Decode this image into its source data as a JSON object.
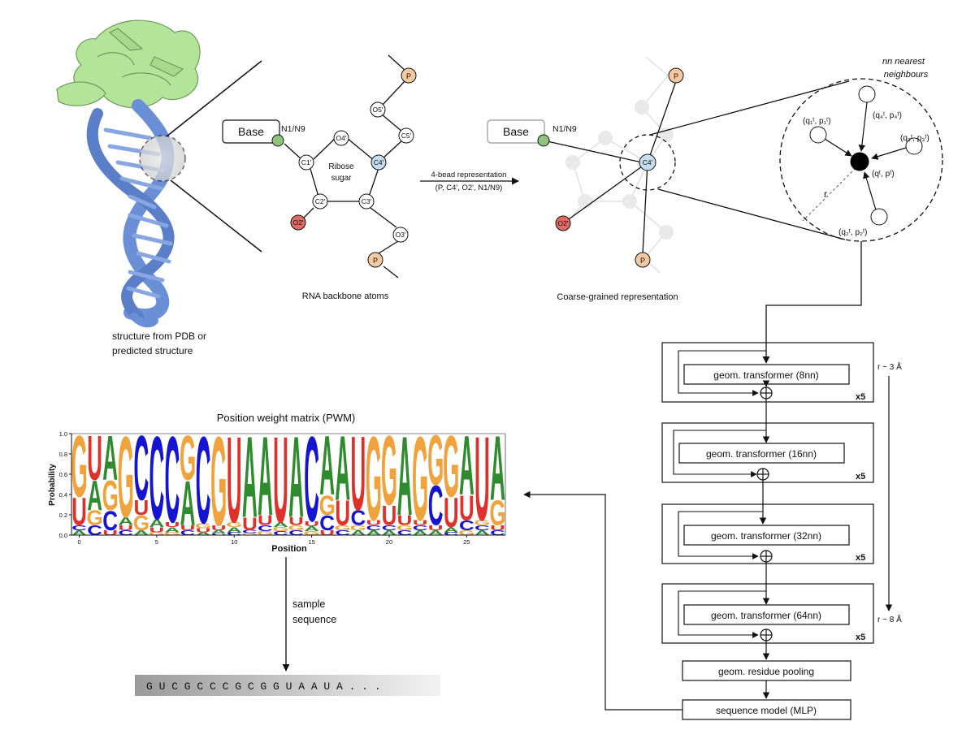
{
  "protein_panel": {
    "caption_line1": "structure from PDB or",
    "caption_line2": "predicted structure"
  },
  "backbone_panel": {
    "base_label": "Base",
    "n_label": "N1/N9",
    "ring_text_line1": "Ribose",
    "ring_text_line2": "sugar",
    "atoms": {
      "o4": "O4'",
      "c1": "C1'",
      "c4": "C4'",
      "c2": "C2'",
      "c3": "C3'",
      "o2": "O2'",
      "o3": "O3'",
      "o5": "O5'",
      "c5": "C5'",
      "p_top": "P",
      "p_bottom": "P"
    },
    "caption": "RNA backbone atoms"
  },
  "arrow_label": {
    "line1": "4-bead representation",
    "line2": "(P, C4', O2', N1/N9)"
  },
  "coarse_panel": {
    "base_label": "Base",
    "n_label": "N1/N9",
    "c4": "C4'",
    "o2": "O2'",
    "p_top": "P",
    "p_bottom": "P",
    "caption": "Coarse-grained representation"
  },
  "neighbour_panel": {
    "title_line1": "nn nearest",
    "title_line2": "neighbours",
    "center_label": "(qᵗ, pᵗ)",
    "n1_label": "(q₁ᵗ, p₁ᵗ)",
    "n2_label": "(q₂ᵗ, p₂ᵗ)",
    "n3_label": "(q₃ᵗ, p₃ᵗ)",
    "n4_label": "(q₄ᵗ, p₄ᵗ)",
    "radius_label": "r"
  },
  "pipeline": {
    "blocks": [
      {
        "label": "geom. transformer (8nn)",
        "repeat": "x5"
      },
      {
        "label": "geom. transformer (16nn)",
        "repeat": "x5"
      },
      {
        "label": "geom. transformer (32nn)",
        "repeat": "x5"
      },
      {
        "label": "geom. transformer (64nn)",
        "repeat": "x5"
      }
    ],
    "radius_top": "r ~ 3 Å",
    "radius_bottom": "r ~ 8 Å",
    "pooling_label": "geom. residue pooling",
    "mlp_label": "sequence model (MLP)"
  },
  "sampling": {
    "label_line1": "sample",
    "label_line2": "sequence",
    "sequence": "G U C G C C C G C G G U A A U A . . ."
  },
  "colors": {
    "A": "#2e8b2e",
    "C": "#1414d2",
    "G": "#f0a23c",
    "U": "#e0302a",
    "phosphate": "#f7c9a0",
    "c4_bead": "#c8dcef",
    "o2_bead": "#e06a64",
    "n_bead": "#8fc47f",
    "protein_green": "#b4e39a",
    "rna_blue": "#6b8fd6"
  },
  "chart_data": {
    "type": "sequence-logo",
    "title": "Position weight matrix (PWM)",
    "xlabel": "Position",
    "ylabel": "Probability",
    "ylim": [
      0,
      1.0
    ],
    "yticks": [
      "0.0",
      "0.2",
      "0.4",
      "0.6",
      "0.8",
      "1.0"
    ],
    "xticks": [
      0,
      5,
      10,
      15,
      20,
      25
    ],
    "positions": [
      {
        "A": 0.05,
        "C": 0.05,
        "G": 0.62,
        "U": 0.28
      },
      {
        "A": 0.3,
        "C": 0.1,
        "G": 0.15,
        "U": 0.45
      },
      {
        "A": 0.45,
        "C": 0.2,
        "G": 0.3,
        "U": 0.05
      },
      {
        "A": 0.08,
        "C": 0.05,
        "G": 0.82,
        "U": 0.05
      },
      {
        "A": 0.05,
        "C": 0.65,
        "G": 0.15,
        "U": 0.15
      },
      {
        "A": 0.08,
        "C": 0.84,
        "G": 0.03,
        "U": 0.05
      },
      {
        "A": 0.05,
        "C": 0.87,
        "G": 0.03,
        "U": 0.05
      },
      {
        "A": 0.45,
        "C": 0.05,
        "G": 0.45,
        "U": 0.05
      },
      {
        "A": 0.03,
        "C": 0.88,
        "G": 0.05,
        "U": 0.04
      },
      {
        "A": 0.03,
        "C": 0.02,
        "G": 0.9,
        "U": 0.05
      },
      {
        "A": 0.05,
        "C": 0.03,
        "G": 0.05,
        "U": 0.87
      },
      {
        "A": 0.82,
        "C": 0.03,
        "G": 0.02,
        "U": 0.13
      },
      {
        "A": 0.8,
        "C": 0.06,
        "G": 0.04,
        "U": 0.1
      },
      {
        "A": 0.05,
        "C": 0.04,
        "G": 0.04,
        "U": 0.87
      },
      {
        "A": 0.82,
        "C": 0.05,
        "G": 0.05,
        "U": 0.08
      },
      {
        "A": 0.05,
        "C": 0.86,
        "G": 0.04,
        "U": 0.05
      },
      {
        "A": 0.6,
        "C": 0.15,
        "G": 0.2,
        "U": 0.05
      },
      {
        "A": 0.65,
        "C": 0.05,
        "G": 0.05,
        "U": 0.25
      },
      {
        "A": 0.05,
        "C": 0.15,
        "G": 0.05,
        "U": 0.75
      },
      {
        "A": 0.05,
        "C": 0.05,
        "G": 0.85,
        "U": 0.05
      },
      {
        "A": 0.05,
        "C": 0.05,
        "G": 0.7,
        "U": 0.2
      },
      {
        "A": 0.8,
        "C": 0.05,
        "G": 0.05,
        "U": 0.1
      },
      {
        "A": 0.05,
        "C": 0.05,
        "G": 0.85,
        "U": 0.05
      },
      {
        "A": 0.05,
        "C": 0.4,
        "G": 0.5,
        "U": 0.05
      },
      {
        "A": 0.05,
        "C": 0.03,
        "G": 0.62,
        "U": 0.3
      },
      {
        "A": 0.6,
        "C": 0.1,
        "G": 0.05,
        "U": 0.25
      },
      {
        "A": 0.05,
        "C": 0.05,
        "G": 0.05,
        "U": 0.85
      },
      {
        "A": 0.65,
        "C": 0.05,
        "G": 0.25,
        "U": 0.05
      }
    ]
  }
}
